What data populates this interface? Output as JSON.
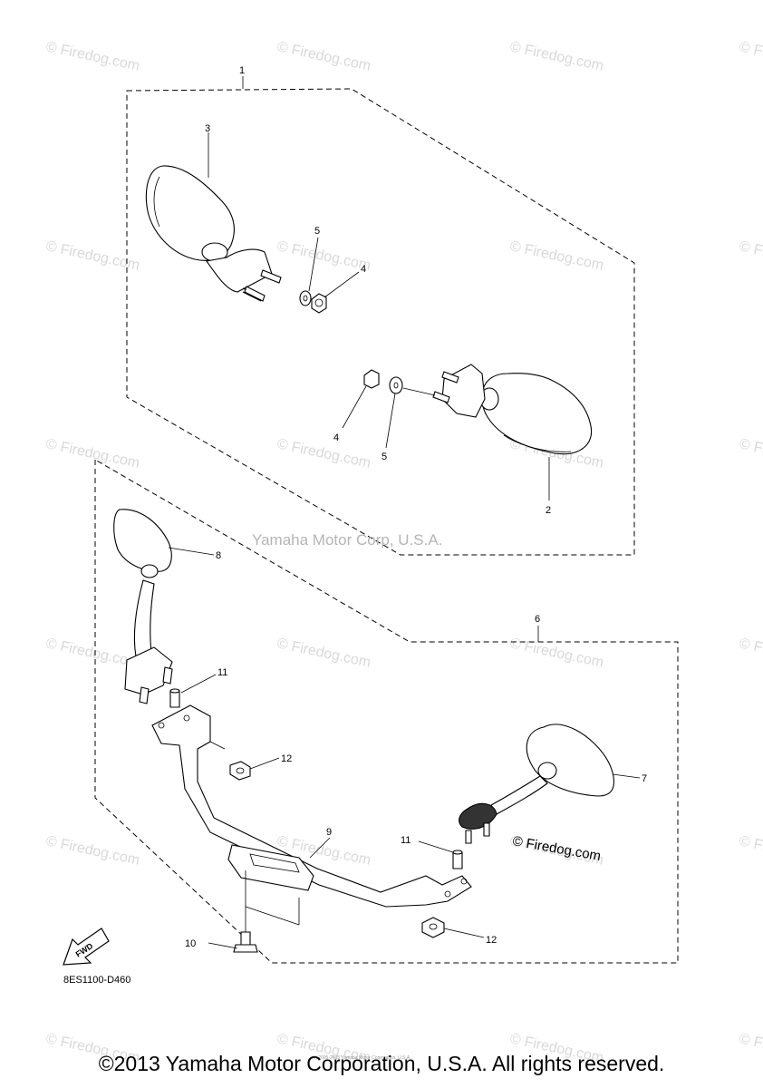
{
  "callouts": {
    "c1": "1",
    "c2": "2",
    "c3": "3",
    "c4a": "4",
    "c4b": "4",
    "c5a": "5",
    "c5b": "5",
    "c6": "6",
    "c7": "7",
    "c8": "8",
    "c9": "9",
    "c10": "10",
    "c11a": "11",
    "c11b": "11",
    "c12a": "12",
    "c12b": "12"
  },
  "watermark_text": "© Firedog.com",
  "center_watermark": "Yamaha Motor Corp, U.S.A.",
  "firedog_label": "© Firedog.com",
  "fwd_label": "FWD",
  "diagram_code": "8ES1100-D460",
  "tiny_notice": "(c) 2005-2015 Yamaha Motor Corporation, U.S.A.",
  "copyright": "©2013 Yamaha Motor Corporation, U.S.A. All rights reserved."
}
